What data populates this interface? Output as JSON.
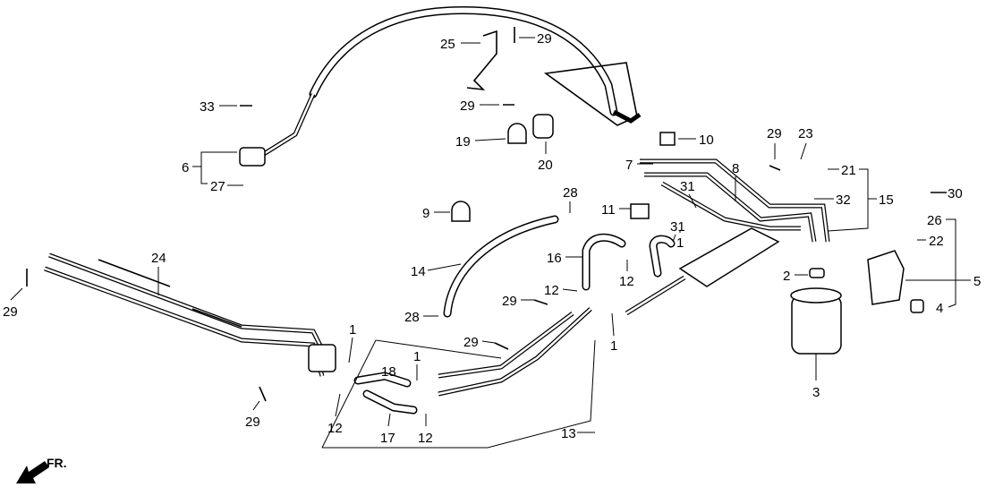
{
  "diagram": {
    "direction_label": "FR.",
    "callouts": {
      "c25": "25",
      "c29a": "29",
      "c33": "33",
      "c29b": "29",
      "c19": "19",
      "c20": "20",
      "c10": "10",
      "c6": "6",
      "c27": "27",
      "c7": "7",
      "c8": "8",
      "c29c": "29",
      "c23": "23",
      "c21": "21",
      "c31a": "31",
      "c32": "32",
      "c15": "15",
      "c30": "30",
      "c9": "9",
      "c28a": "28",
      "c11": "11",
      "c31b": "31",
      "c1a": "1",
      "c26": "26",
      "c22": "22",
      "c24": "24",
      "c14": "14",
      "c16": "16",
      "c12a": "12",
      "c2": "2",
      "c5": "5",
      "c29d": "29",
      "c29e": "29",
      "c12b": "12",
      "c28b": "28",
      "c4": "4",
      "c1b": "1",
      "c29f": "29",
      "c1c": "1",
      "c18": "18",
      "c1d": "1",
      "c3": "3",
      "c29g": "29",
      "c12c": "12",
      "c17": "17",
      "c12d": "12",
      "c13": "13"
    }
  }
}
